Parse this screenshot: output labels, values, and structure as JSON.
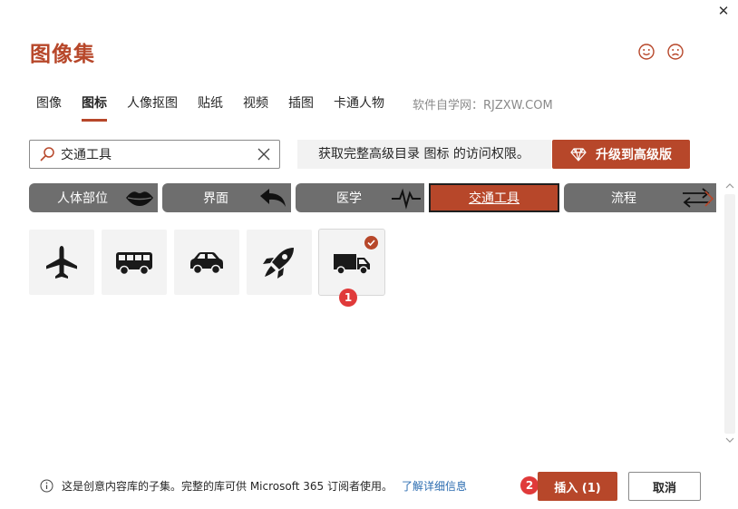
{
  "dialog": {
    "title": "图像集",
    "close_glyph": "✕",
    "close_icon": "close-icon"
  },
  "feedback": {
    "happy_icon": "smile-icon",
    "sad_icon": "frown-icon"
  },
  "tabs": [
    {
      "label": "图像",
      "active": false
    },
    {
      "label": "图标",
      "active": true
    },
    {
      "label": "人像抠图",
      "active": false
    },
    {
      "label": "贴纸",
      "active": false
    },
    {
      "label": "视频",
      "active": false
    },
    {
      "label": "插图",
      "active": false
    },
    {
      "label": "卡通人物",
      "active": false
    }
  ],
  "watermark": "软件自学网：RJZXW.COM",
  "search": {
    "value": "交通工具",
    "icon": "search-icon",
    "clear_icon": "close-icon"
  },
  "upgrade": {
    "message": "获取完整高级目录 图标 的访问权限。",
    "button_label": "升级到高级版",
    "button_icon": "diamond-icon"
  },
  "categories": [
    {
      "label": "人体部位",
      "icon": "lips-icon",
      "active": false
    },
    {
      "label": "界面",
      "icon": "reply-arrow-icon",
      "active": false
    },
    {
      "label": "医学",
      "icon": "heartbeat-icon",
      "active": false
    },
    {
      "label": "交通工具",
      "icon": "",
      "active": true
    },
    {
      "label": "流程",
      "icon": "swap-arrows-icon",
      "active": false
    }
  ],
  "category_next_icon": "chevron-right-icon",
  "icons": [
    {
      "name": "airplane-icon",
      "selected": false
    },
    {
      "name": "bus-icon",
      "selected": false
    },
    {
      "name": "car-icon",
      "selected": false
    },
    {
      "name": "rocket-icon",
      "selected": false
    },
    {
      "name": "truck-icon",
      "selected": true
    }
  ],
  "steps": [
    "1",
    "2"
  ],
  "footer": {
    "info_text": "这是创意内容库的子集。完整的库可供 Microsoft 365 订阅者使用。",
    "learn_more": "了解详细信息",
    "insert_label": "插入 (1)",
    "cancel_label": "取消"
  },
  "colors": {
    "accent": "#b7472a",
    "category_bg": "#6e6e6e",
    "tile_bg": "#f3f3f3",
    "badge": "#e03a3a",
    "link": "#2b6cb0"
  }
}
